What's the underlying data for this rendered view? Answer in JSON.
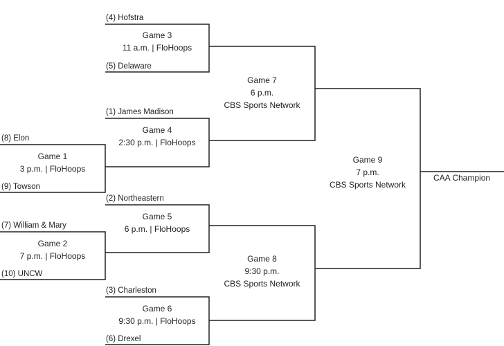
{
  "teams": {
    "hofstra": "(4) Hofstra",
    "delaware": "(5) Delaware",
    "james_madison": "(1) James Madison",
    "elon": "(8) Elon",
    "towson": "(9) Towson",
    "northeastern": "(2) Northeastern",
    "william_mary": "(7) William & Mary",
    "uncw": "(10) UNCW",
    "charleston": "(3) Charleston",
    "drexel": "(6) Drexel"
  },
  "games": {
    "g1": {
      "name": "Game 1",
      "time": "3 p.m. | FloHoops"
    },
    "g2": {
      "name": "Game 2",
      "time": "7 p.m. | FloHoops"
    },
    "g3": {
      "name": "Game 3",
      "time": "11 a.m. | FloHoops"
    },
    "g4": {
      "name": "Game 4",
      "time": "2:30 p.m. | FloHoops"
    },
    "g5": {
      "name": "Game 5",
      "time": "6 p.m. | FloHoops"
    },
    "g6": {
      "name": "Game 6",
      "time": "9:30 p.m. | FloHoops"
    },
    "g7": {
      "name": "Game 7",
      "time": "6 p.m.",
      "network": "CBS Sports Network"
    },
    "g8": {
      "name": "Game 8",
      "time": "9:30 p.m.",
      "network": "CBS Sports Network"
    },
    "g9": {
      "name": "Game 9",
      "time": "7 p.m.",
      "network": "CBS Sports Network"
    }
  },
  "champion": "CAA Champion",
  "colors": {
    "line": "#222222",
    "text": "#222222",
    "background": "#ffffff"
  }
}
